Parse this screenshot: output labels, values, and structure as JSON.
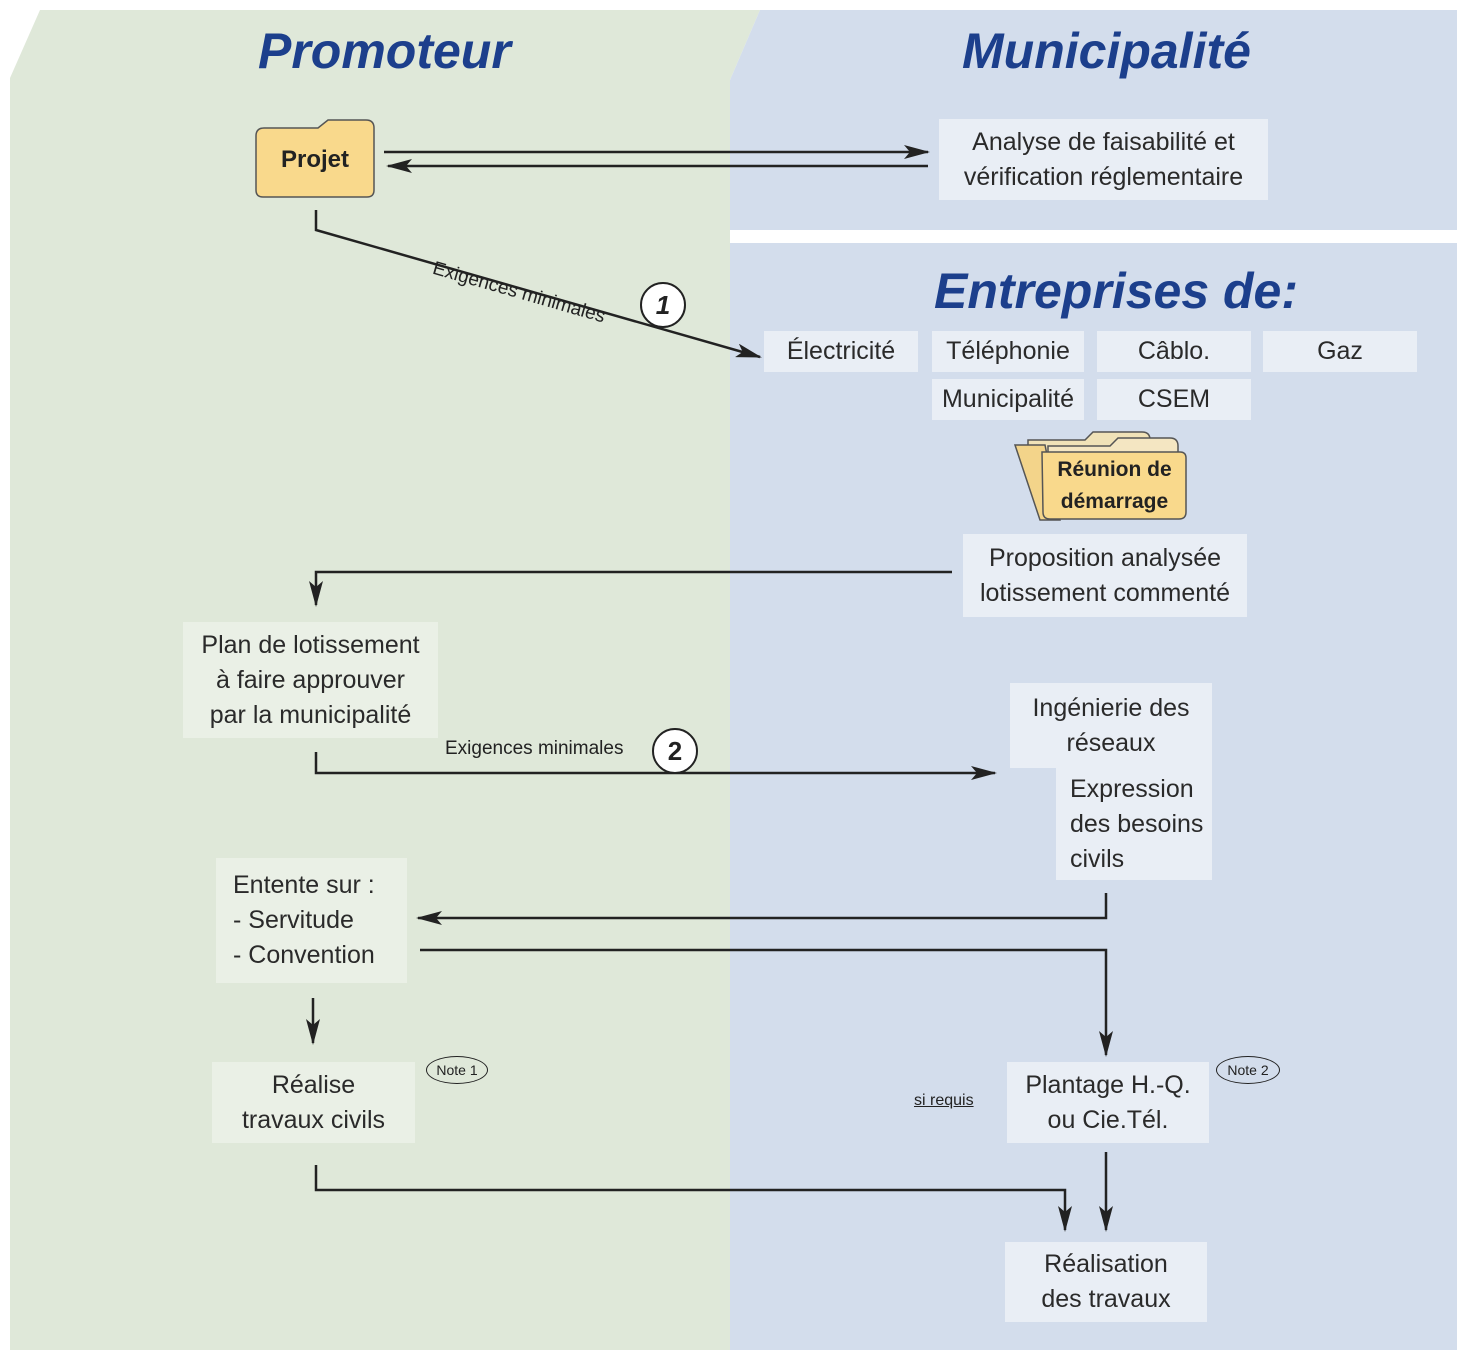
{
  "colors": {
    "promoteur_bg": "#dfe8d9",
    "municipalite_bg": "#d3ddec",
    "title": "#1c3f8c",
    "folder": "#f9d98c",
    "arrow": "#222222"
  },
  "headers": {
    "promoteur": "Promoteur",
    "municipalite": "Municipalité",
    "entreprises": "Entreprises de:"
  },
  "promoteur": {
    "projet": "Projet",
    "plan": "Plan de lotissement\nà faire approuver\npar la municipalité",
    "entente": "Entente sur :\n- Servitude\n- Convention",
    "realise": "Réalise\ntravaux civils"
  },
  "municipalite": {
    "analyse": "Analyse de faisabilité et\nvérification réglementaire"
  },
  "entreprises": {
    "items": [
      "Électricité",
      "Téléphonie",
      "Câblo.",
      "Gaz",
      "Municipalité",
      "CSEM"
    ],
    "reunion": "Réunion de\ndémarrage",
    "proposition": "Proposition analysée\nlotissement commenté",
    "ingenierie": "Ingénierie des\nréseaux",
    "expression": "Expression\ndes besoins\ncivils",
    "plantage": "Plantage H.-Q.\nou Cie.Tél.",
    "realisation": "Réalisation\ndes travaux"
  },
  "labels": {
    "exigences1": "Exigences minimales",
    "step1": "1",
    "exigences2": "Exigences minimales",
    "step2": "2",
    "note1": "Note 1",
    "note2": "Note 2",
    "si_requis": "si requis"
  }
}
